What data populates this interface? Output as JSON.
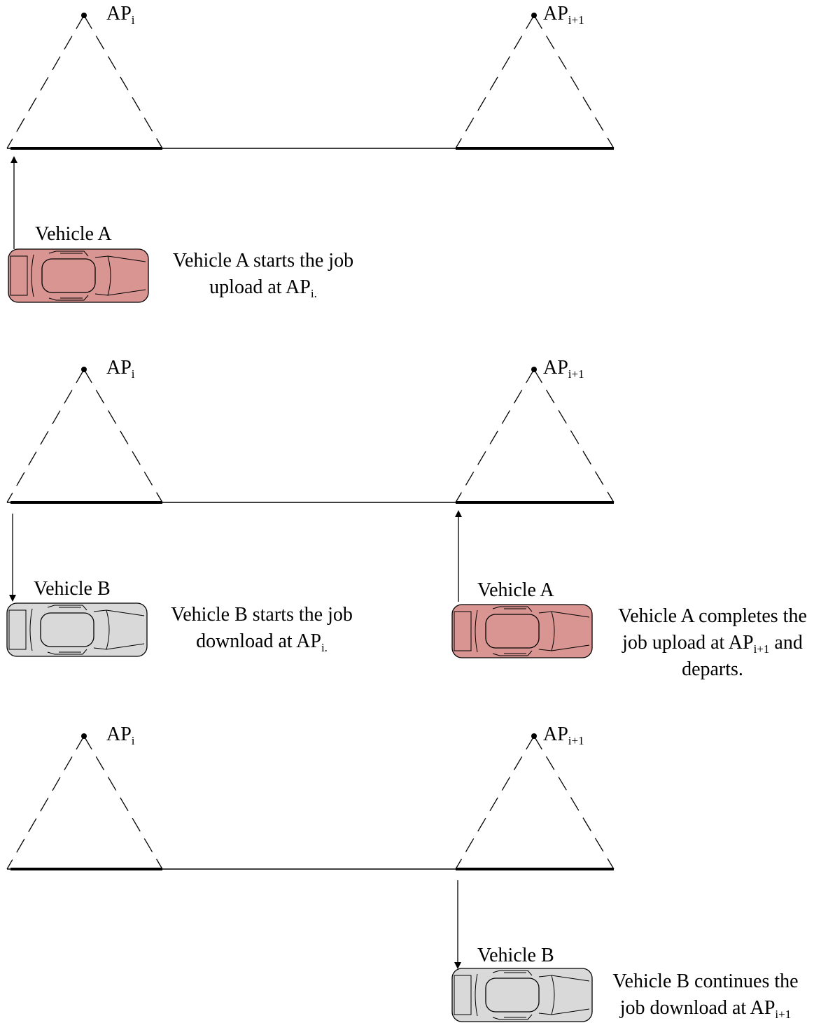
{
  "ap": {
    "prefix": "AP",
    "sub_i": "i",
    "sub_i_dot": "i.",
    "sub_next": "i+1"
  },
  "colors": {
    "vehicle_a": "#d99592",
    "vehicle_b": "#d9d9d9",
    "line": "#000000"
  },
  "panels": [
    {
      "vehicles": [
        {
          "label": "Vehicle A",
          "color": "vehicle_a"
        }
      ],
      "captions": [
        {
          "line1": "Vehicle A starts the job",
          "line2": "upload at "
        }
      ]
    },
    {
      "vehicles": [
        {
          "label": "Vehicle B",
          "color": "vehicle_b"
        },
        {
          "label": "Vehicle A",
          "color": "vehicle_a"
        }
      ],
      "captions": [
        {
          "line1": "Vehicle B starts the job",
          "line2": "download at "
        },
        {
          "line1": "Vehicle A completes the",
          "line2a": "job upload at ",
          "line2b": " and",
          "line3": "departs."
        }
      ]
    },
    {
      "vehicles": [
        {
          "label": "Vehicle B",
          "color": "vehicle_b"
        }
      ],
      "captions": [
        {
          "line1": "Vehicle B continues the",
          "line2": "job download at "
        }
      ]
    }
  ]
}
